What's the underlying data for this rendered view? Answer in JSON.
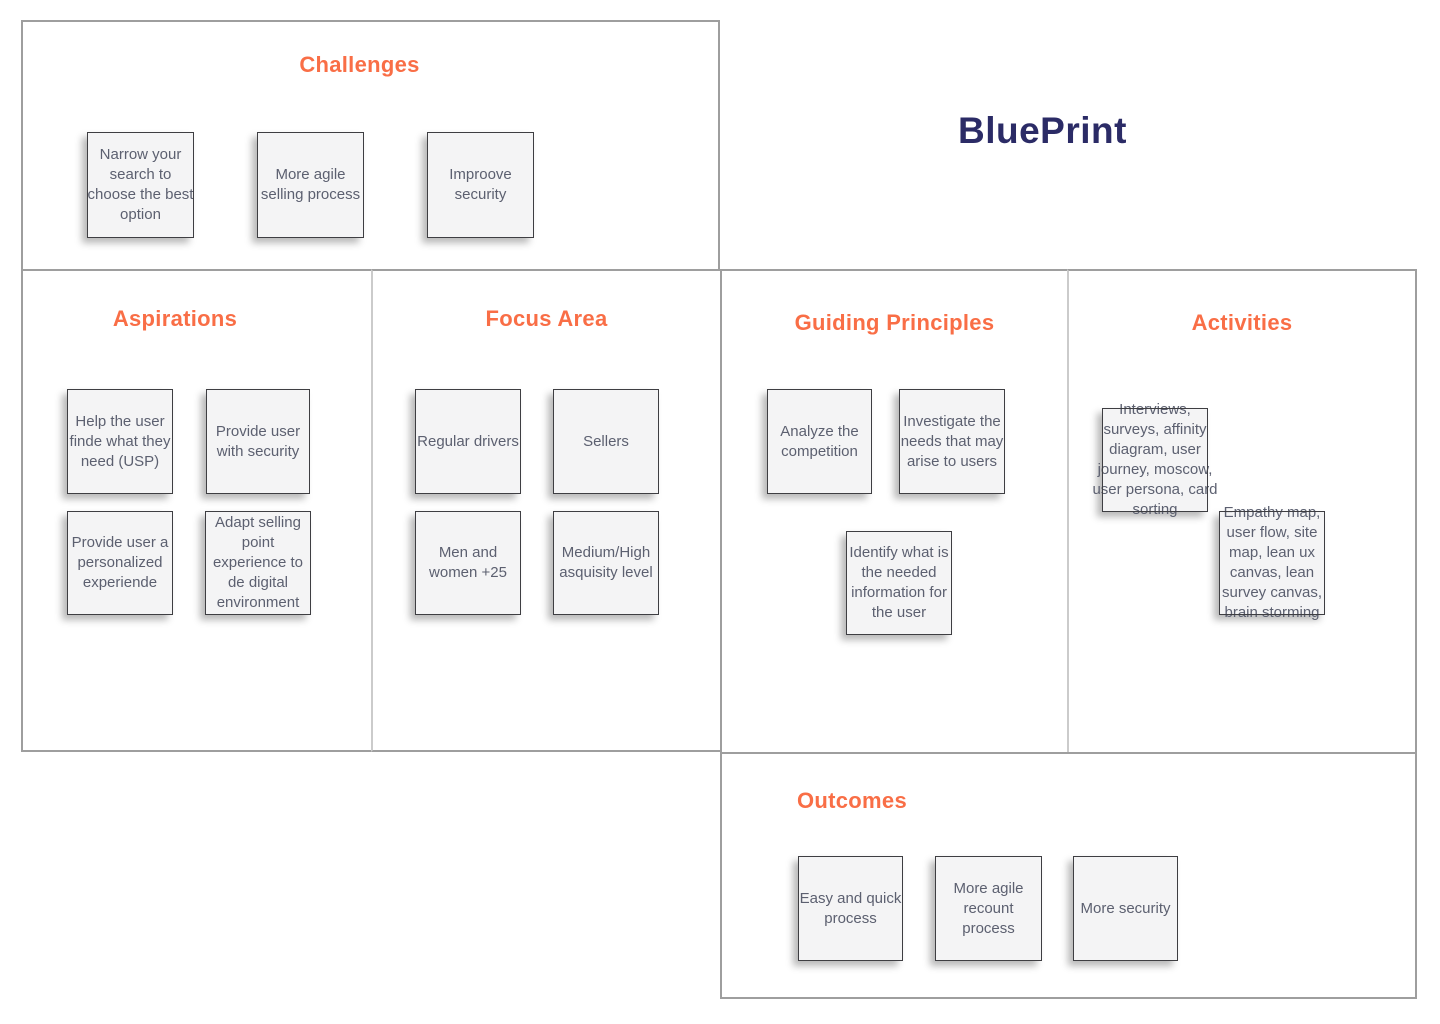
{
  "board": {
    "title": "BluePrint",
    "colors": {
      "accent": "#F96E46",
      "navy": "#2B2B66",
      "card_bg": "#F4F4F5",
      "card_border": "#3E3E42",
      "card_text": "#5C6070",
      "panel_border": "#9E9E9E",
      "panel_divider": "#CBCBCB"
    }
  },
  "sections": {
    "challenges": {
      "title": "Challenges",
      "cards": [
        {
          "text": "Narrow your\nsearch to\nchoose the best\noption"
        },
        {
          "text": "More agile\nselling process"
        },
        {
          "text": "Improove\nsecurity"
        }
      ]
    },
    "aspirations": {
      "title": "Aspirations",
      "cards": [
        {
          "text": "Help the user\nfinde what they\nneed (USP)"
        },
        {
          "text": "Provide user\nwith security"
        },
        {
          "text": "Provide user a\npersonalized\nexperiende"
        },
        {
          "text": "Adapt selling\npoint\nexperience to\nde digital\nenvironment"
        }
      ]
    },
    "focus_area": {
      "title": "Focus Area",
      "cards": [
        {
          "text": "Regular drivers"
        },
        {
          "text": "Sellers"
        },
        {
          "text": "Men and\nwomen +25"
        },
        {
          "text": "Medium/High\nasquisity level"
        }
      ]
    },
    "guiding_principles": {
      "title": "Guiding Principles",
      "cards": [
        {
          "text": "Analyze the\ncompetition"
        },
        {
          "text": "Investigate the\nneeds that may\narise to users"
        },
        {
          "text": "Identify what is\nthe needed\ninformation for\nthe user"
        }
      ]
    },
    "activities": {
      "title": "Activities",
      "cards": [
        {
          "text": "Interviews,\nsurveys, affinity\ndiagram, user\njourney, moscow,\nuser persona, card\nsorting"
        },
        {
          "text": "Empathy map,\nuser flow, site\nmap, lean ux\ncanvas, lean\nsurvey canvas,\nbrain storming"
        }
      ]
    },
    "outcomes": {
      "title": "Outcomes",
      "cards": [
        {
          "text": "Easy and quick\nprocess"
        },
        {
          "text": "More agile\nrecount\nprocess"
        },
        {
          "text": "More security"
        }
      ]
    }
  }
}
